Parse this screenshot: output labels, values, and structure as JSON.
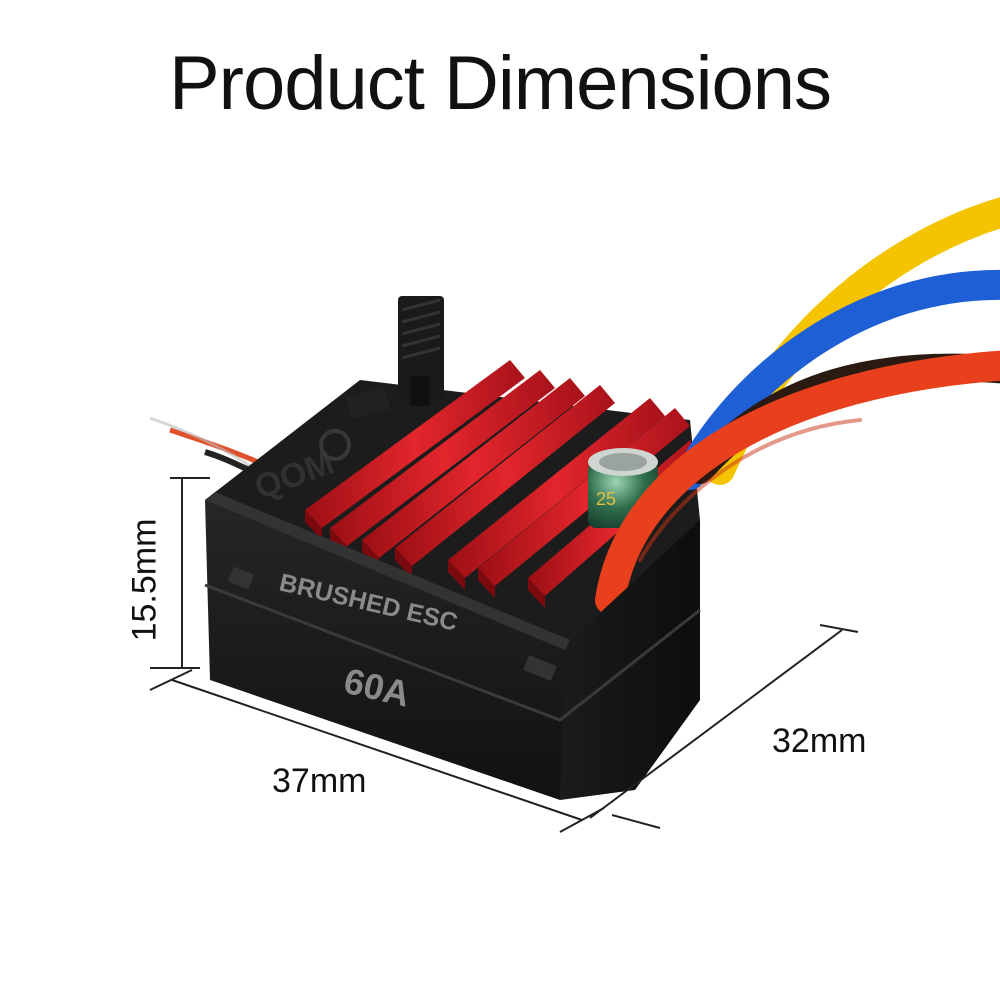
{
  "title": "Product Dimensions",
  "product": {
    "label_top": "BRUSHED ESC",
    "label_bottom": "60A",
    "brand_mark": "Hobbywing-style logo",
    "colors": {
      "heatsink": "#d81e24",
      "heatsink_dark": "#7a0a0e",
      "body": "#1a1a1a",
      "body_light": "#2b2b2b",
      "wire_yellow": "#f5c400",
      "wire_blue": "#1e5fd6",
      "wire_red": "#e8401c",
      "wire_black": "#2a1a12",
      "capacitor": "#3a7a5a"
    }
  },
  "dimensions": {
    "height": "15.5mm",
    "width": "37mm",
    "depth": "32mm"
  }
}
